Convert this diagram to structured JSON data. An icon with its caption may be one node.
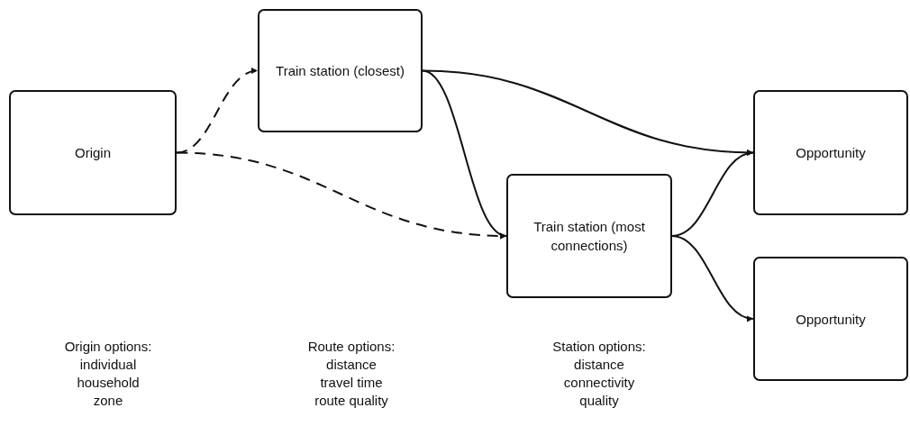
{
  "diagram": {
    "nodes": [
      {
        "text": [
          "Origin"
        ]
      },
      {
        "text": [
          "Train station (closest)"
        ]
      },
      {
        "text": [
          "Train station (most connections)"
        ]
      },
      {
        "text": [
          "Opportunity"
        ]
      },
      {
        "text": [
          "Opportunity"
        ]
      }
    ],
    "edges": [
      {
        "from": 0,
        "to": 1,
        "arrow": "to",
        "style": "dashed"
      },
      {
        "from": 0,
        "to": 2,
        "arrow": "to",
        "style": "dashed"
      },
      {
        "from": 1,
        "to": 3,
        "arrow": "to"
      },
      {
        "from": 1,
        "to": 2,
        "arrow": "to"
      },
      {
        "from": 2,
        "to": 3,
        "arrow": "to"
      },
      {
        "from": 2,
        "to": 4,
        "arrow": "to"
      }
    ],
    "labels": [
      "Origin options:",
      "individual",
      "household",
      "zone",
      "Route options:",
      "distance",
      "travel time",
      "route quality",
      "Station options:",
      "distance",
      "connectivity",
      "quality"
    ]
  }
}
